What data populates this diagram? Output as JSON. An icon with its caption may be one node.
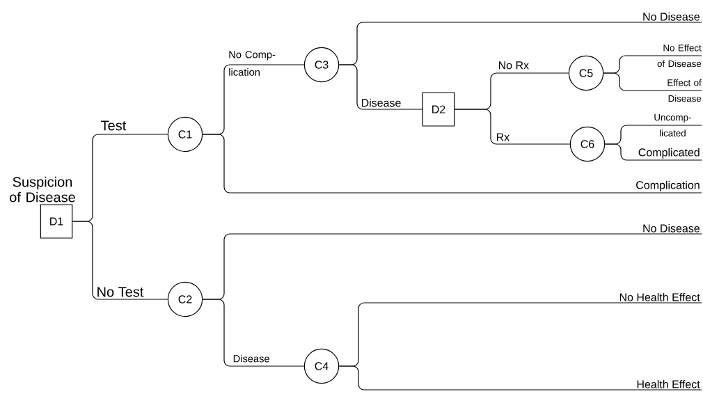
{
  "diagram": {
    "nodes": [
      {
        "text": [
          "D1"
        ],
        "beside": [
          "Suspicion of Disease"
        ]
      },
      {
        "text": [
          "C1"
        ]
      },
      {
        "text": [
          "C3"
        ]
      },
      {
        "text": [
          "No Disease"
        ]
      },
      {
        "text": [
          "D2"
        ]
      },
      {
        "text": [
          "C5"
        ]
      },
      {
        "text": [
          "No Effect of Disease"
        ]
      },
      {
        "text": [
          "Effect of Disease"
        ]
      },
      {
        "text": [
          "C6"
        ]
      },
      {
        "text": [
          "Uncomp- licated"
        ]
      },
      {
        "text": [
          "Complicated"
        ]
      },
      {
        "text": [
          "Complication"
        ]
      },
      {
        "text": [
          "C2"
        ]
      },
      {
        "text": [
          "No Disease"
        ]
      },
      {
        "text": [
          "C4"
        ]
      },
      {
        "text": [
          "No Health Effect"
        ]
      },
      {
        "text": [
          "Health Effect"
        ]
      }
    ],
    "edges": [
      {
        "from": 0,
        "to": 1,
        "arrow": "none",
        "label": "Test"
      },
      {
        "from": 0,
        "to": 12,
        "arrow": "none",
        "label": "No Test"
      },
      {
        "from": 1,
        "to": 2,
        "arrow": "none",
        "label": "No Comp- lication"
      },
      {
        "from": 1,
        "to": 11,
        "arrow": "none"
      },
      {
        "from": 2,
        "to": 3,
        "arrow": "none"
      },
      {
        "from": 2,
        "to": 4,
        "arrow": "none",
        "label": "Disease"
      },
      {
        "from": 4,
        "to": 5,
        "arrow": "none",
        "label": "No Rx"
      },
      {
        "from": 4,
        "to": 8,
        "arrow": "none",
        "label": "Rx"
      },
      {
        "from": 5,
        "to": 6,
        "arrow": "none"
      },
      {
        "from": 5,
        "to": 7,
        "arrow": "none"
      },
      {
        "from": 8,
        "to": 9,
        "arrow": "none"
      },
      {
        "from": 8,
        "to": 10,
        "arrow": "none"
      },
      {
        "from": 12,
        "to": 13,
        "arrow": "none"
      },
      {
        "from": 12,
        "to": 14,
        "arrow": "none",
        "label": "Disease"
      },
      {
        "from": 14,
        "to": 15,
        "arrow": "none"
      },
      {
        "from": 14,
        "to": 16,
        "arrow": "none"
      }
    ]
  }
}
